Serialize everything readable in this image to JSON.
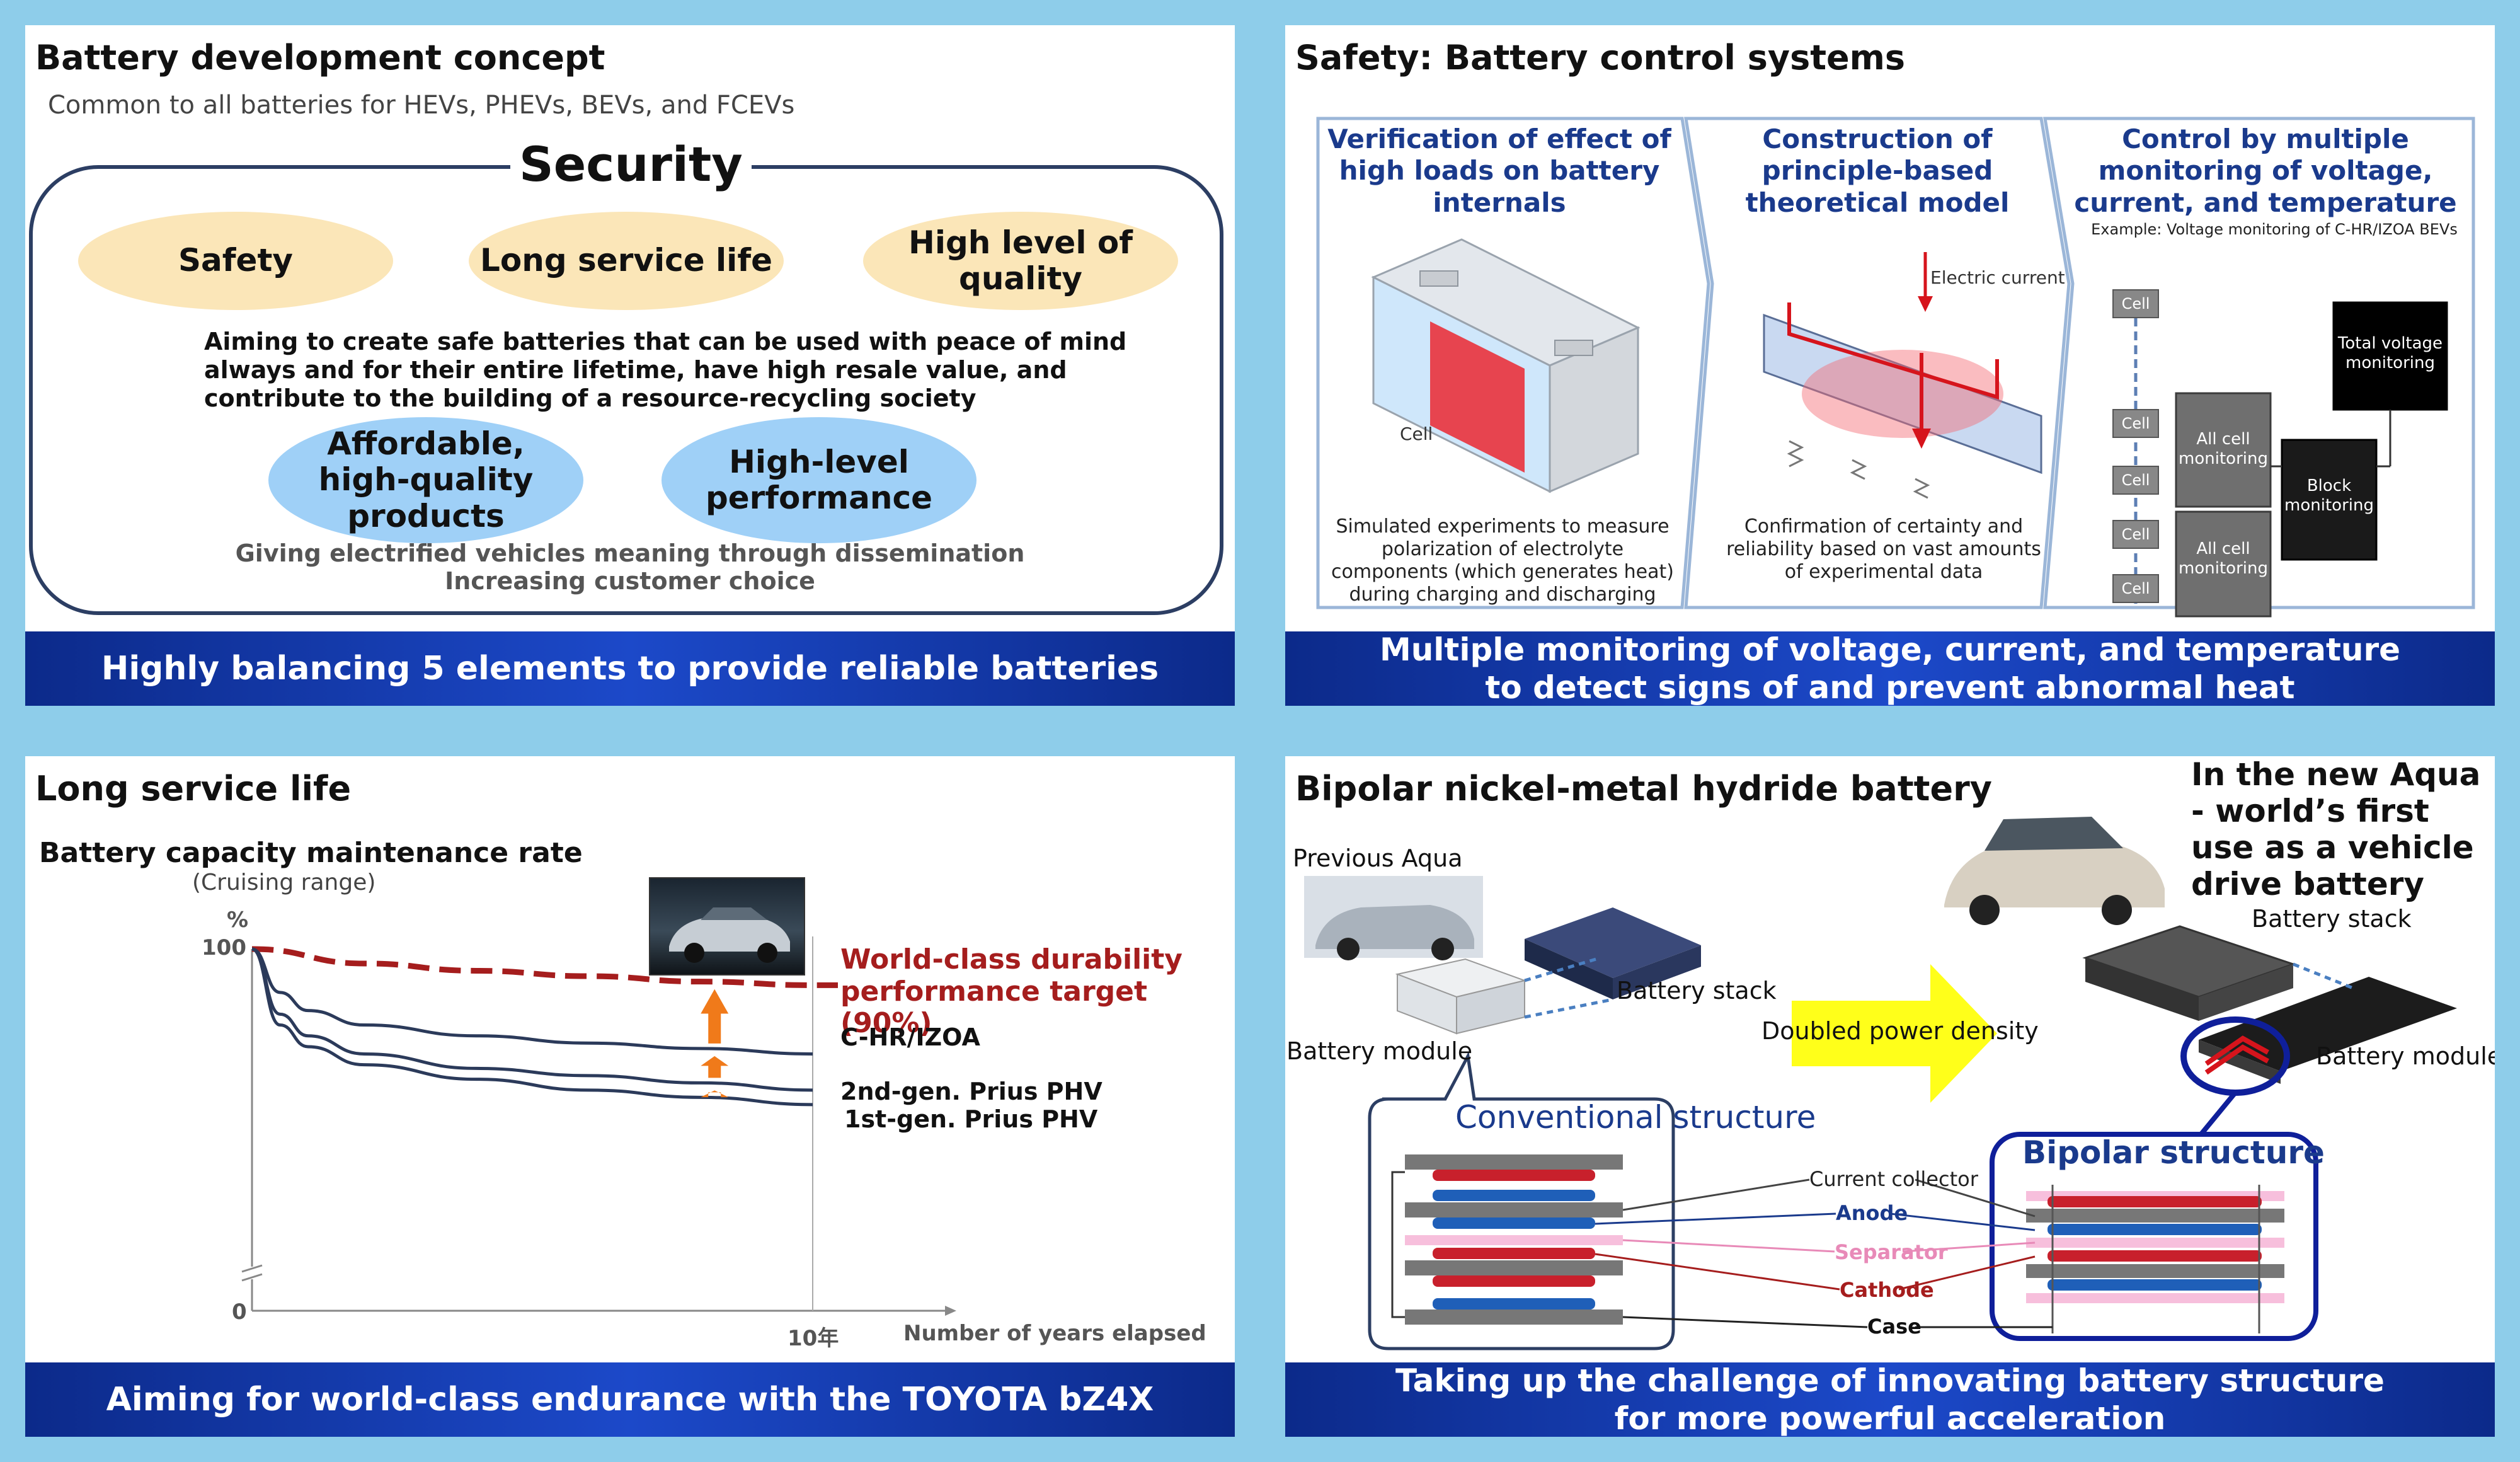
{
  "panel1": {
    "title": "Battery development concept",
    "subtitle": "Common to all batteries for HEVs, PHEVs, BEVs, and FCEVs",
    "frame_label": "Security",
    "top_elements": [
      "Safety",
      "Long service life",
      "High level of quality"
    ],
    "description": "Aiming to create safe batteries that can be used with peace of mind always and for their entire lifetime, have high resale value, and contribute to the building of a resource-recycling society",
    "bottom_elements": [
      "Affordable, high-quality products",
      "High-level performance"
    ],
    "note_line1": "Giving electrified vehicles meaning through dissemination",
    "note_line2": "Increasing customer choice",
    "banner": "Highly balancing 5 elements to provide reliable batteries"
  },
  "panel2": {
    "title": "Safety: Battery control systems",
    "columns": [
      {
        "heading": "Verification of effect of high loads on battery internals",
        "caption": "Simulated experiments to measure polarization of electrolyte components (which generates heat) during charging and discharging",
        "label": "Cell"
      },
      {
        "heading": "Construction of principle-based theoretical model",
        "caption": "Confirmation of certainty and reliability based on vast amounts of experimental data",
        "label": "Electric current"
      },
      {
        "heading": "Control by multiple monitoring of voltage, current, and temperature",
        "example": "Example: Voltage monitoring of C-HR/IZOA BEVs",
        "cell_label": "Cell",
        "all_cell": "All cell monitoring",
        "block": "Block monitoring",
        "total": "Total voltage monitoring"
      }
    ],
    "banner_line1": "Multiple monitoring of voltage, current, and temperature",
    "banner_line2": "to detect signs of and prevent abnormal heat"
  },
  "panel3": {
    "title": "Long service life",
    "banner": "Aiming for world-class endurance with the TOYOTA bZ4X"
  },
  "chart_data": {
    "type": "line",
    "title": "Battery capacity maintenance rate",
    "subtitle": "(Cruising range)",
    "ylabel": "%",
    "xlabel": "Number of years elapsed",
    "y_ticks": [
      "100",
      "0"
    ],
    "x_ticks": [
      "10年"
    ],
    "ylim": [
      0,
      100
    ],
    "xlim": [
      0,
      10
    ],
    "series": [
      {
        "name": "World-class durability performance target (90%)",
        "style": "dashed",
        "color": "#a51d1d",
        "x": [
          0,
          2,
          4,
          6,
          8,
          10
        ],
        "y": [
          100,
          96,
          94,
          92.5,
          91,
          90
        ]
      },
      {
        "name": "C-HR/IZOA",
        "style": "solid",
        "color": "#2b3a5a",
        "x": [
          0,
          0.5,
          1,
          2,
          4,
          6,
          8,
          10
        ],
        "y": [
          100,
          88,
          83,
          79,
          76,
          74,
          72.5,
          71
        ]
      },
      {
        "name": "2nd-gen. Prius PHV",
        "style": "solid",
        "color": "#2b3a5a",
        "x": [
          0,
          0.5,
          1,
          2,
          4,
          6,
          8,
          10
        ],
        "y": [
          100,
          82,
          76,
          71,
          67,
          65,
          63,
          61
        ]
      },
      {
        "name": "1st-gen. Prius PHV",
        "style": "solid",
        "color": "#2b3a5a",
        "x": [
          0,
          0.5,
          1,
          2,
          4,
          6,
          8,
          10
        ],
        "y": [
          100,
          79,
          73,
          68,
          64,
          61,
          59,
          57
        ]
      }
    ],
    "legend": "right-of-lines",
    "grid": false
  },
  "panel4": {
    "title": "Bipolar nickel-metal hydride battery",
    "previous": "Previous Aqua",
    "new_aqua": "In the new Aqua - world’s first use as a vehicle drive battery",
    "battery_stack_left": "Battery stack",
    "battery_module_left": "Battery module",
    "doubled": "Doubled power density",
    "battery_stack_right": "Battery stack",
    "battery_module_right": "Battery module",
    "conventional": "Conventional structure",
    "bipolar": "Bipolar structure",
    "layers": [
      "Current collector",
      "Anode",
      "Separator",
      "Cathode",
      "Case"
    ],
    "banner_line1": "Taking up the challenge of innovating battery structure",
    "banner_line2": "for more powerful acceleration"
  },
  "colors": {
    "background": "#8ecdea",
    "banner": "#1c49c9",
    "heading_blue": "#1a3a8c",
    "target_red": "#a51d1d",
    "arrow_orange": "#f07a1a",
    "oval_tan": "#fbe6b8",
    "oval_blue": "#9fd0f7"
  }
}
